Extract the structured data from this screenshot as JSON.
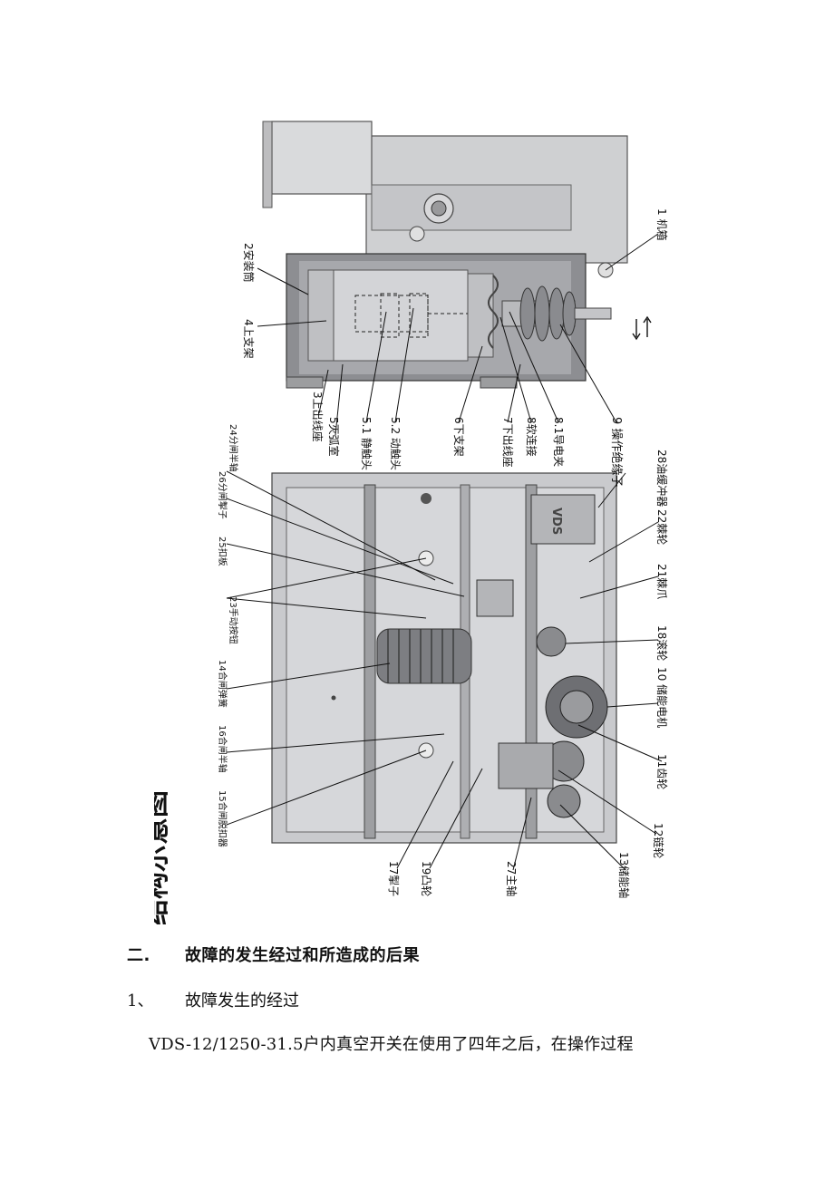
{
  "figure": {
    "title": "结构示意图",
    "labels": {
      "l1": "1 机箱",
      "l2": "2安装筒",
      "l4": "4上支架",
      "l3": "3上出线座",
      "l5": "5灭弧室",
      "l51": "5.1 静触头",
      "l52": "5.2 动触头",
      "l6": "6下支架",
      "l7": "7下出线座",
      "l8": "8软连接",
      "l81": "8.1导电夹",
      "l9": "9 操作绝缘子",
      "l24": "24分闸半轴",
      "l26": "26分闸掣子",
      "l25": "25扣板",
      "l23": "23手动按钮",
      "l14": "14合闸弹簧",
      "l16": "16合闸半轴",
      "l15": "15合闸脱扣器",
      "l17": "17掣子",
      "l19": "19凸轮",
      "l27": "27主轴",
      "l13": "13储能轴",
      "l12": "12链轮",
      "l11": "11齿轮",
      "l10": "10 储能电机",
      "l18": "18滚轮",
      "l21": "21棘爪",
      "l22": "22棘轮",
      "l28": "28油缓冲器",
      "vds": "VDS"
    }
  },
  "section": {
    "number": "二.",
    "title": "故障的发生经过和所造成的后果"
  },
  "subsection": {
    "number": "1、",
    "title": "故障发生的经过"
  },
  "paragraph": "VDS-12/1250-31.5户内真空开关在使用了四年之后，在操作过程"
}
